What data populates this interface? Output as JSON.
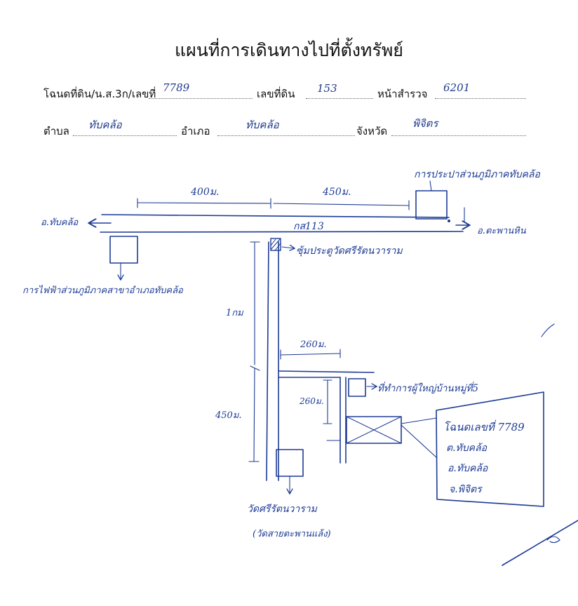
{
  "header": {
    "title": "แผนที่การเดินทางไปที่ตั้งทรัพย์",
    "deed_label": "โฉนดที่ดิน/น.ส.3ก/เลขที่",
    "deed_value": "7789",
    "land_no_label": "เลขที่ดิน",
    "land_no_value": "153",
    "survey_page_label": "หน้าสำรวจ",
    "survey_page_value": "6201",
    "subdistrict_label": "ตำบล",
    "subdistrict_value": "ทับคล้อ",
    "district_label": "อำเภอ",
    "district_value": "ทับคล้อ",
    "province_label": "จังหวัด",
    "province_value": "พิจิตร"
  },
  "map": {
    "pwa_office": "การประปาส่วนภูมิภาคทับคล้อ",
    "dist_400": "400ม.",
    "dist_450_top": "450ม.",
    "left_direction": "อ.ทับคล้อ",
    "right_direction": "อ.ตะพานหิน",
    "road_name": "กส113",
    "junction_label": "ซุ้มประตูวัดศรีรัตนวาราม",
    "pea_office": "การไฟฟ้าส่วนภูมิภาคสาขาอำเภอทับคล้อ",
    "dist_1km": "1กม",
    "dist_260_h": "260ม.",
    "village_head": "ที่ทำการผู้ใหญ่บ้านหมู่ที่5",
    "dist_260_v": "260ม.",
    "dist_450_side": "450ม.",
    "deed_box_line1": "โฉนดเลขที่ 7789",
    "deed_box_line2": "ต.ทับคล้อ",
    "deed_box_line3": "อ.ทับคล้อ",
    "deed_box_line4": "จ.พิจิตร",
    "temple": "วัดศรีรัตนวาราม",
    "temple_alt": "(วัดสายตะพานแล้ง)"
  },
  "colors": {
    "ink": "#1d3b95",
    "print": "#111111"
  }
}
